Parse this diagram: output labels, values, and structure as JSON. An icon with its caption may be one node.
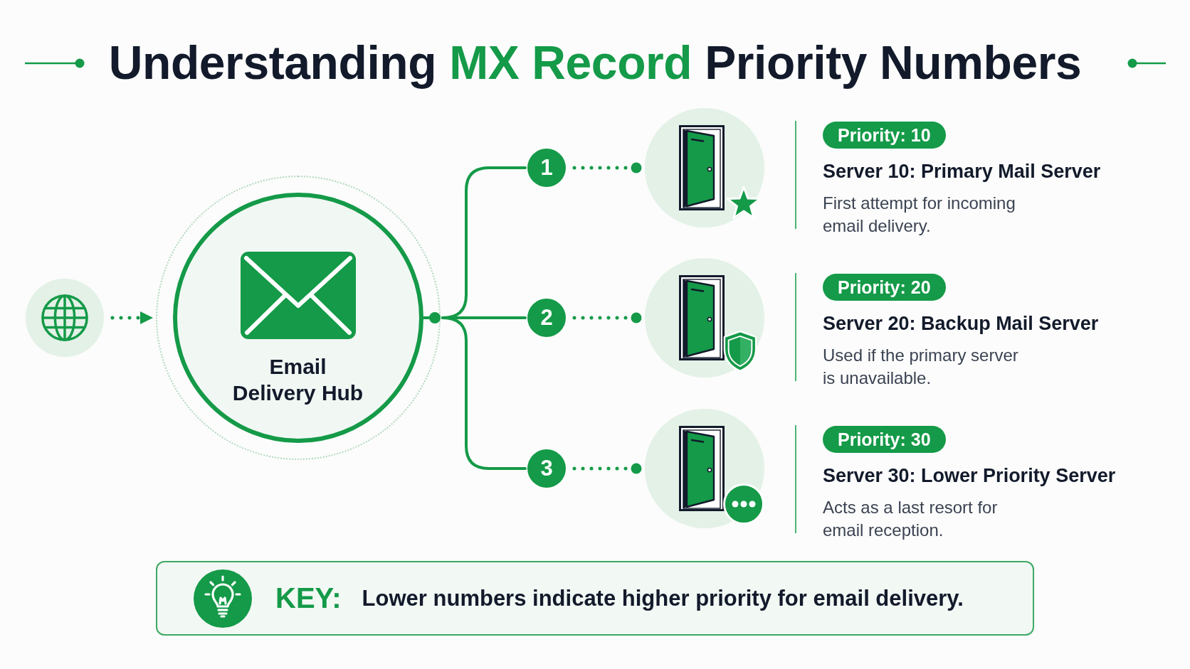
{
  "diagram": {
    "title": "Understanding **MX Record** Priority Numbers",
    "nodes": [
      {
        "text": [],
        "shape": "picture"
      },
      {
        "text": [
          "Email Delivery Hub"
        ]
      },
      {
        "text": [
          "1"
        ]
      },
      {
        "text": [],
        "shape": "picture"
      },
      {
        "text": [
          "Priority: 10"
        ],
        "beside": [
          "Server 10: Primary Mail Server",
          "First attempt for incoming email delivery."
        ]
      },
      {
        "text": [
          "2"
        ]
      },
      {
        "text": [],
        "shape": "picture"
      },
      {
        "text": [
          "Priority: 20"
        ],
        "beside": [
          "Server 20: Backup Mail Server",
          "Used if the primary server is unavailable."
        ]
      },
      {
        "text": [
          "3"
        ]
      },
      {
        "text": [],
        "shape": "picture"
      },
      {
        "text": [
          "Priority: 30"
        ],
        "beside": [
          "Server 30: Lower Priority Server",
          "Acts as a last resort for email reception."
        ]
      },
      {
        "text": [
          "KEY:",
          "Lower numbers indicate higher priority for email delivery."
        ]
      }
    ],
    "edges": [
      {
        "from": 0,
        "to": 1,
        "arrow": "to",
        "style": "dashed"
      },
      {
        "from": 1,
        "to": 2,
        "arrow": "none"
      },
      {
        "from": 1,
        "to": 5,
        "arrow": "none"
      },
      {
        "from": 1,
        "to": 8,
        "arrow": "none"
      },
      {
        "from": 2,
        "to": 3,
        "arrow": "other",
        "style": "dashed"
      },
      {
        "from": 5,
        "to": 6,
        "arrow": "other",
        "style": "dashed"
      },
      {
        "from": 8,
        "to": 9,
        "arrow": "other",
        "style": "dashed"
      }
    ]
  }
}
